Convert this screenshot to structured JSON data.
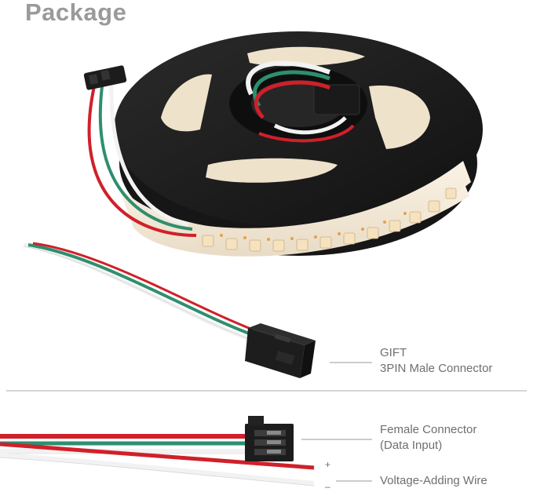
{
  "header": {
    "title": "Package"
  },
  "gift": {
    "line1": "GIFT",
    "line2": "3PIN Male Connector"
  },
  "female_connector": {
    "line1": "Female Connector",
    "line2": "(Data Input)"
  },
  "voltage_wire": {
    "label": "Voltage-Adding Wire",
    "plus": "+",
    "minus": "–"
  },
  "colors": {
    "title": "#9a9a9a",
    "label": "#6f6f6f",
    "reel": "#1c1c1c",
    "wire_red": "#d0202a",
    "wire_green": "#2e8f6e",
    "wire_white": "#f2f2f2",
    "connector": "#222222",
    "led_warm": "#f3dcb8"
  },
  "icons": {
    "reel": "led-strip-reel-image",
    "male_connector": "3pin-male-connector-image",
    "female_connector": "female-connector-image"
  }
}
